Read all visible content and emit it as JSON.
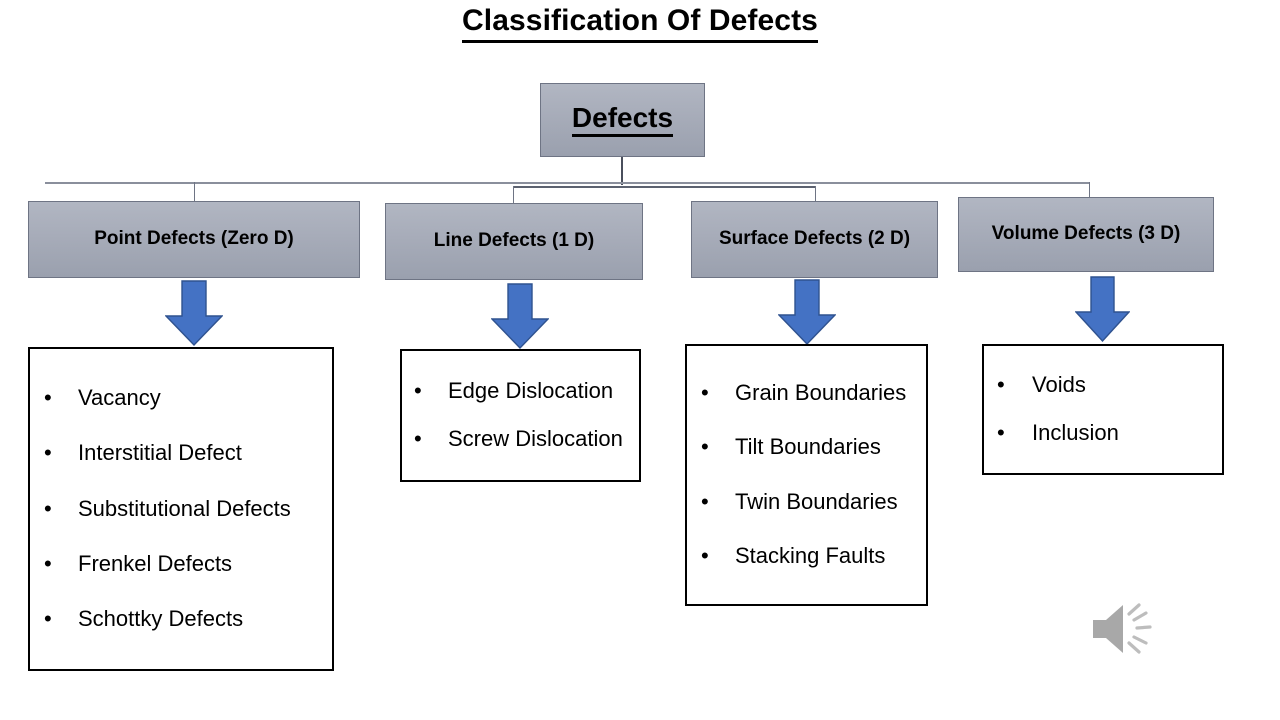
{
  "slide": {
    "title": "Classification Of Defects",
    "background_color": "#ffffff"
  },
  "colors": {
    "node_fill_top": "#b1b6c2",
    "node_fill_bottom": "#9aa0ae",
    "node_border": "#6e7484",
    "arrow_fill": "#4472c4",
    "arrow_border": "#2f528f",
    "listbox_border": "#000000",
    "text": "#000000",
    "audio_icon": "#a6a6a6"
  },
  "diagram": {
    "root": {
      "label": "Defects",
      "underlined": true
    },
    "branches": [
      {
        "id": "point",
        "label": "Point Defects (Zero D)",
        "arrow": "down-arrow-icon",
        "items": [
          "Vacancy",
          "Interstitial Defect",
          "Substitutional Defects",
          "Frenkel Defects",
          "Schottky Defects"
        ]
      },
      {
        "id": "line",
        "label": "Line Defects (1 D)",
        "arrow": "down-arrow-icon",
        "items": [
          "Edge Dislocation",
          "Screw Dislocation"
        ]
      },
      {
        "id": "surface",
        "label": "Surface Defects (2 D)",
        "arrow": "down-arrow-icon",
        "items": [
          "Grain Boundaries",
          "Tilt Boundaries",
          "Twin Boundaries",
          "Stacking Faults"
        ]
      },
      {
        "id": "volume",
        "label": "Volume Defects (3 D)",
        "arrow": "down-arrow-icon",
        "items": [
          "Voids",
          "Inclusion"
        ]
      }
    ],
    "bullet_glyph": "•"
  },
  "media": {
    "audio_icon_name": "speaker-audio-icon"
  }
}
